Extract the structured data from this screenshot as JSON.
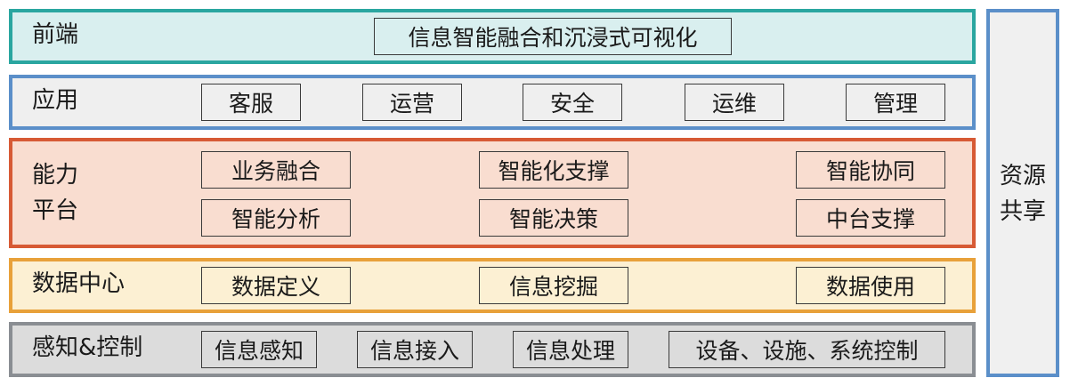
{
  "layers": {
    "frontend": {
      "label": "前端",
      "items": [
        "信息智能融合和沉浸式可视化"
      ],
      "fill": "#d9efef",
      "border": "#2aa6a0"
    },
    "application": {
      "label": "应用",
      "items": [
        "客服",
        "运营",
        "安全",
        "运维",
        "管理"
      ],
      "fill": "#efefef",
      "border": "#5b8fc9"
    },
    "capability": {
      "label_lines": [
        "能力",
        "平台"
      ],
      "items": [
        "业务融合",
        "智能化支撑",
        "智能协同",
        "智能分析",
        "智能决策",
        "中台支撑"
      ],
      "fill": "#f9ddd0",
      "border": "#d75a35"
    },
    "data_center": {
      "label": "数据中心",
      "items": [
        "数据定义",
        "信息挖掘",
        "数据使用"
      ],
      "fill": "#fcf0d3",
      "border": "#e8a13a"
    },
    "sensing": {
      "label": "感知&控制",
      "items": [
        "信息感知",
        "信息接入",
        "信息处理",
        "设备、设施、系统控制"
      ],
      "fill": "#dcdcdc",
      "border": "#8a8e93"
    }
  },
  "side_panel": {
    "label_lines": [
      "资源",
      "共享"
    ],
    "border": "#5b8fc9"
  }
}
